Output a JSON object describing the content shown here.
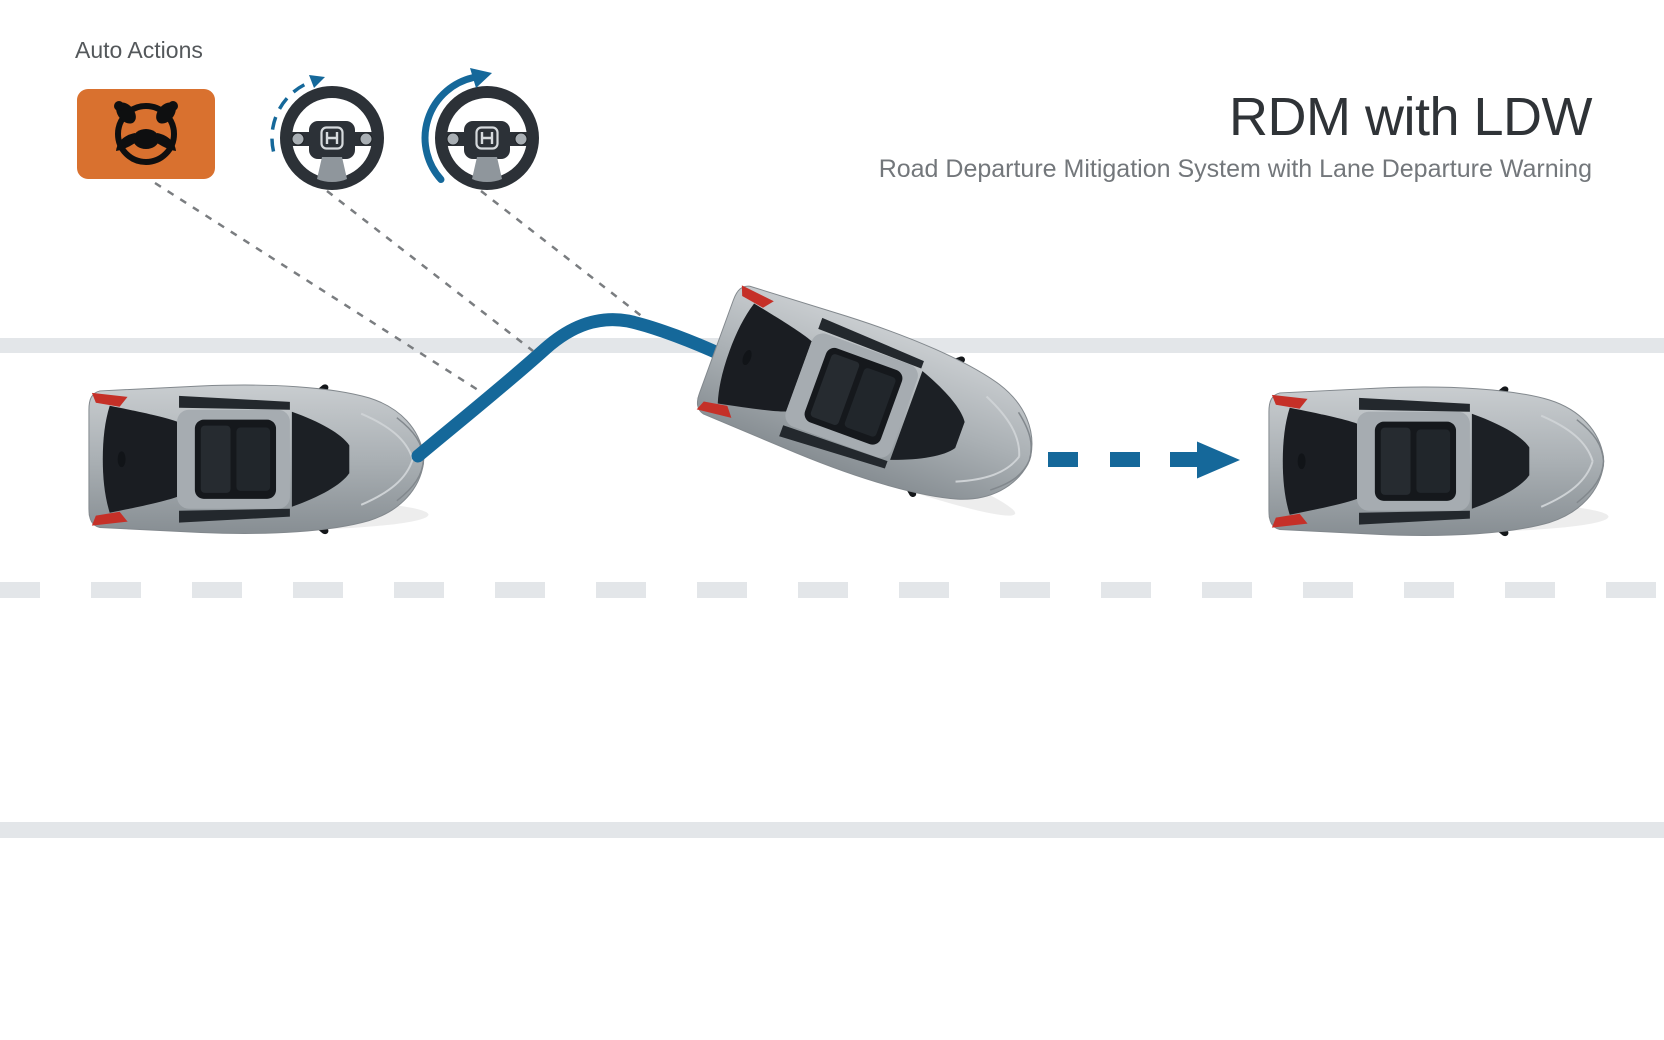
{
  "header": {
    "title": "RDM with LDW",
    "subtitle": "Road Departure Mitigation System with Lane Departure Warning"
  },
  "auto_actions": {
    "label": "Auto Actions",
    "icons": [
      {
        "name": "steering-hands-warning-icon",
        "style": "orange-badge"
      },
      {
        "name": "steering-wheel-small-correction-icon",
        "style": "dashed-blue-arrows"
      },
      {
        "name": "steering-wheel-large-correction-icon",
        "style": "solid-blue-arrow"
      }
    ]
  },
  "diagram": {
    "road_lines": [
      "solid-lane-edge-top",
      "dashed-center-line",
      "solid-road-edge-bottom"
    ],
    "elements": [
      "car-drifting-left",
      "car-correcting-middle",
      "car-recovered-right",
      "recovery-path",
      "travel-direction-arrow"
    ]
  },
  "colors": {
    "accent-blue": "#15689a",
    "warning-orange": "#d9712f",
    "road-line": "#e3e6e9",
    "connector-gray": "#7a7d80",
    "title-text": "#2f3337",
    "subtitle-text": "#73777b",
    "label-text": "#54585b"
  }
}
